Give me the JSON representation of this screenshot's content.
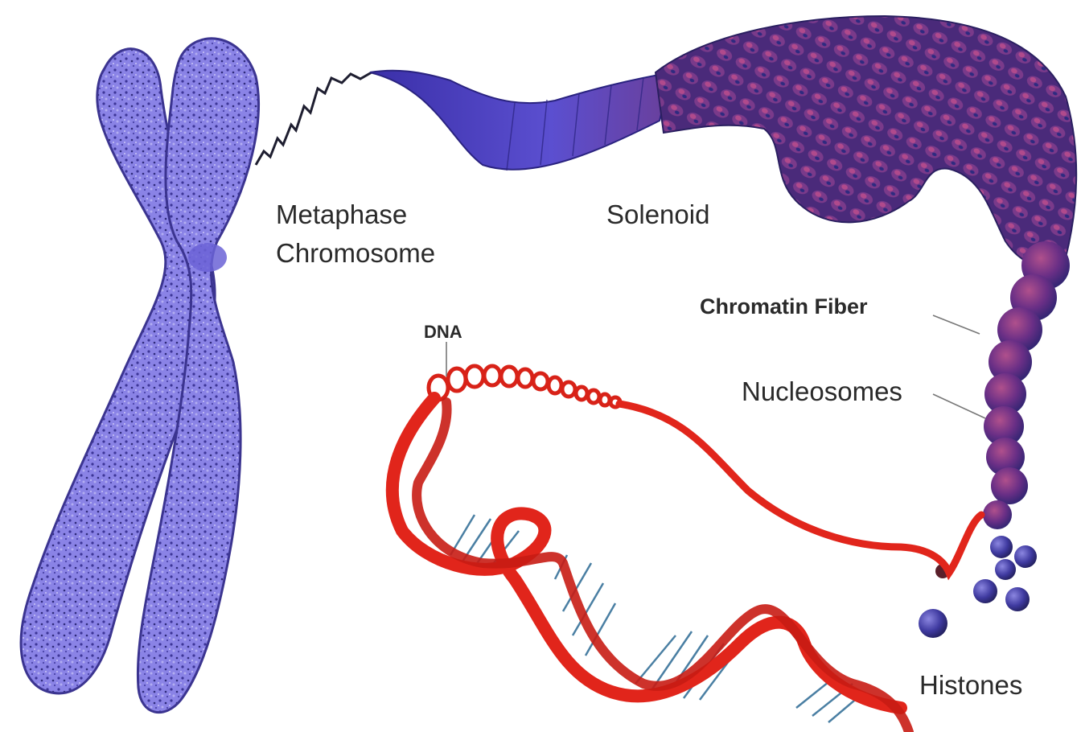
{
  "labels": {
    "metaphase_line1": "Metaphase",
    "metaphase_line2": "Chromosome",
    "solenoid": "Solenoid",
    "chromatin_fiber": "Chromatin Fiber",
    "dna": "DNA",
    "nucleosomes": "Nucleosomes",
    "histones": "Histones"
  },
  "colors": {
    "chromosome": "#6b63d6",
    "solenoid": "#4b3fb8",
    "solenoid_coil": "#5a2a7a",
    "dna_strand": "#e1251b",
    "base_pairs": "#4a7fa3",
    "histone": "#3f3aa0",
    "leader_line": "#777777"
  }
}
